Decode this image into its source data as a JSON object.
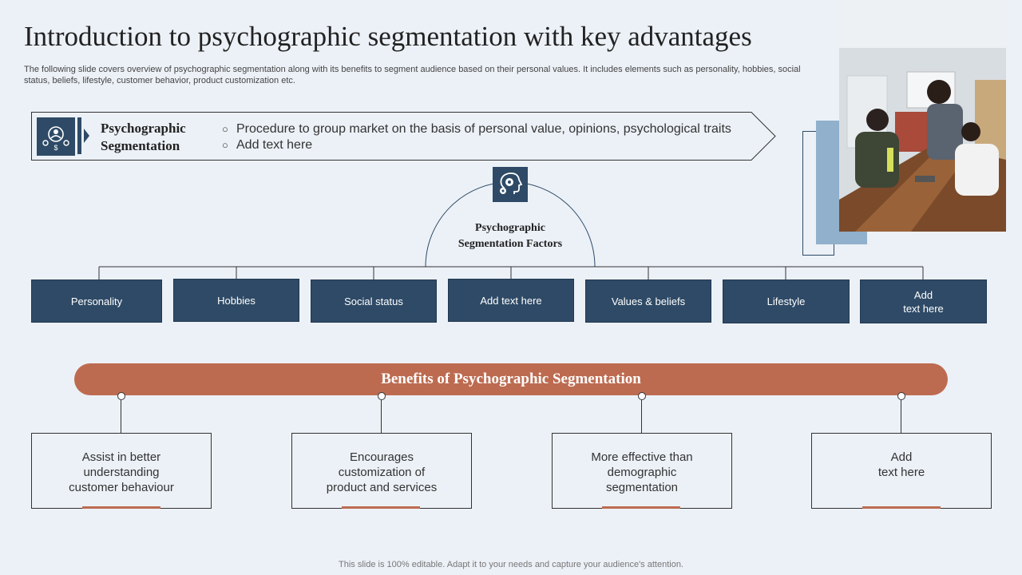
{
  "title": "Introduction to psychographic segmentation with key advantages",
  "subtitle": "The following slide covers overview of psychographic segmentation along with its benefits to segment audience based on their personal values. It includes elements such as personality, hobbies, social status, beliefs, lifestyle, customer behavior, product customization etc.",
  "definition": {
    "label_line1": "Psychographic",
    "label_line2": "Segmentation",
    "bullets": [
      "Procedure to group market on the basis of personal value, opinions, psychological traits",
      "Add text here"
    ],
    "icon": "money-people-icon"
  },
  "factors": {
    "title_line1": "Psychographic",
    "title_line2": "Segmentation Factors",
    "icon": "head-gears-icon",
    "items": [
      "Personality",
      "Hobbies",
      "Social status",
      "Add text here",
      "Values & beliefs",
      "Lifestyle",
      "Add\ntext here"
    ]
  },
  "benefits": {
    "banner": "Benefits of Psychographic Segmentation",
    "items": [
      "Assist in better\nunderstanding\ncustomer behaviour",
      "Encourages\ncustomization of\nproduct and services",
      "More effective than\ndemographic\nsegmentation",
      "Add\ntext here"
    ]
  },
  "footer": "This slide is 100% editable. Adapt it to your needs and capture your audience's attention.",
  "colors": {
    "navy": "#2e4a66",
    "accent": "#bd6b50",
    "background": "#ecf1f7",
    "light_blue": "#90b0cc"
  }
}
